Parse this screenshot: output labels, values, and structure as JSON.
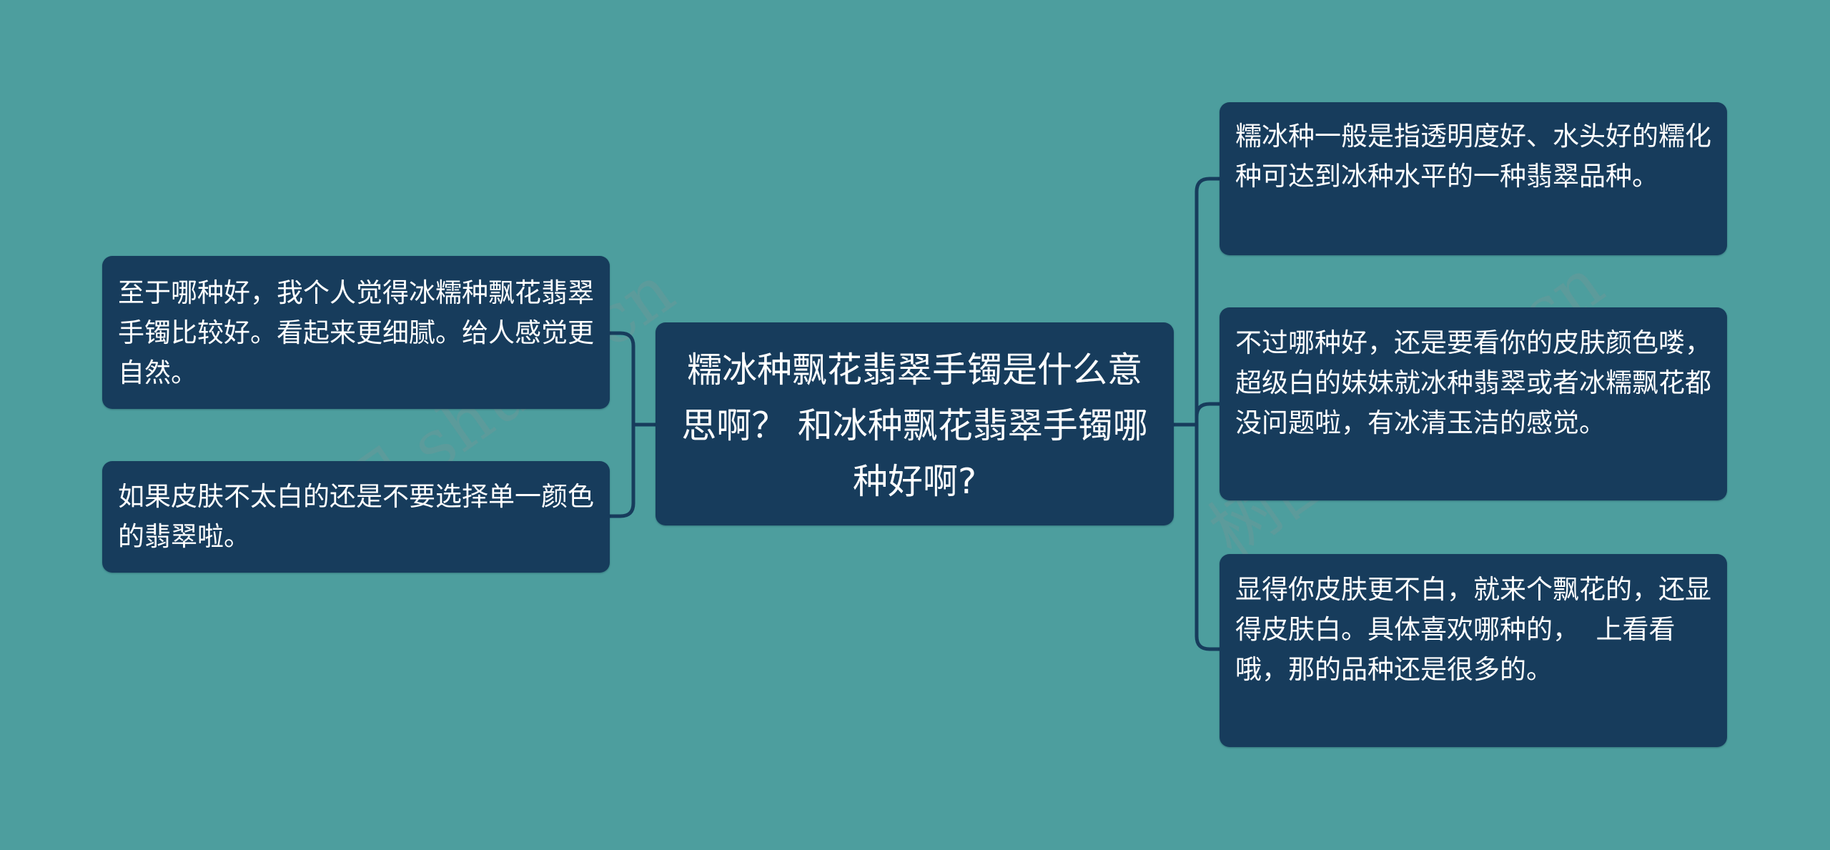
{
  "colors": {
    "background": "#4d9e9e",
    "node_fill": "#173c5c",
    "connector": "#173c5c",
    "text": "#ffffff"
  },
  "watermark": "树图 shutu.cn",
  "center": {
    "text": "糯冰种飘花翡翠手镯是什么意思啊？ 和冰种飘花翡翠手镯哪种好啊?"
  },
  "left_nodes": [
    {
      "text": "至于哪种好，我个人觉得冰糯种飘花翡翠手镯比较好。看起来更细腻。给人感觉更自然。"
    },
    {
      "text": "如果皮肤不太白的还是不要选择单一颜色的翡翠啦。"
    }
  ],
  "right_nodes": [
    {
      "text": "糯冰种一般是指透明度好、水头好的糯化种可达到冰种水平的一种翡翠品种。"
    },
    {
      "text": "不过哪种好，还是要看你的皮肤颜色喽，超级白的妹妹就冰种翡翠或者冰糯飘花都没问题啦，有冰清玉洁的感觉。"
    },
    {
      "text": "显得你皮肤更不白，就来个飘花的，还显得皮肤白。具体喜欢哪种的，  上看看哦，那的品种还是很多的。"
    }
  ]
}
